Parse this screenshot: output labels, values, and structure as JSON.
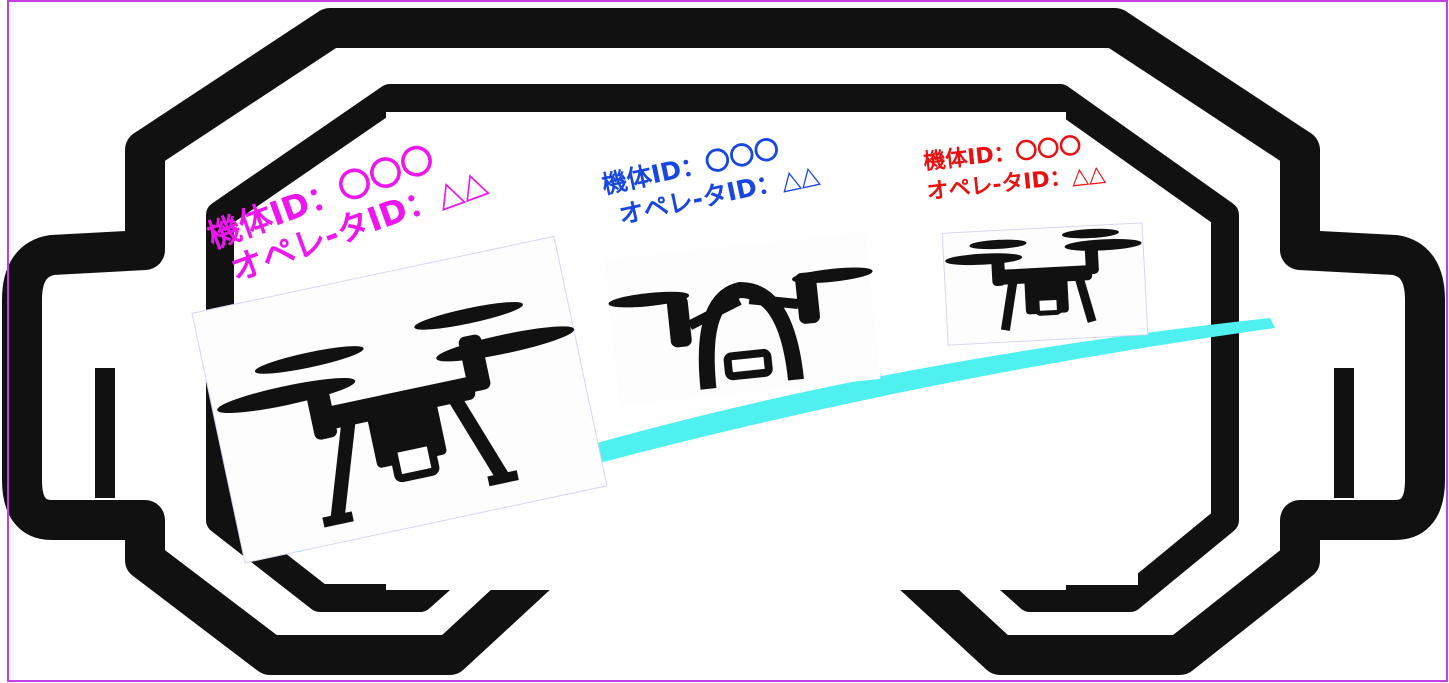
{
  "drones": [
    {
      "id_line": "機体ID：〇〇〇",
      "operator_line": "オペレ-タID：△△",
      "color": "#ee16ee"
    },
    {
      "id_line": "機体ID：〇〇〇",
      "operator_line": "オペレ-タID：△△",
      "color": "#1746e0"
    },
    {
      "id_line": "機体ID：〇〇〇",
      "operator_line": "オペレ-タID：△△",
      "color": "#e81010"
    }
  ],
  "colors": {
    "goggle_outline": "#111111",
    "ground_arc": "#4ef0f0",
    "frame_border": "#c43ee6"
  },
  "icons": [
    "vr-goggles-icon",
    "drone-icon",
    "ground-arc"
  ]
}
